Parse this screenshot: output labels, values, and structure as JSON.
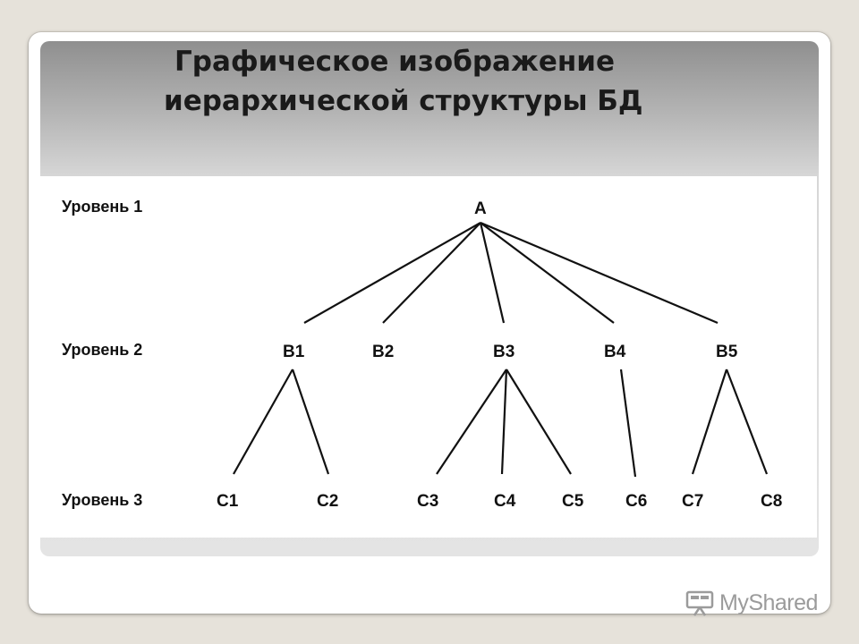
{
  "slide": {
    "title_line1": "Графическое изображение",
    "title_line2": "иерархической структуры БД"
  },
  "levels": [
    "Уровень 1",
    "Уровень 2",
    "Уровень 3"
  ],
  "nodes": {
    "A": "A",
    "B": [
      "B1",
      "B2",
      "B3",
      "B4",
      "B5"
    ],
    "C": [
      "C1",
      "C2",
      "C3",
      "C4",
      "C5",
      "C6",
      "C7",
      "C8"
    ]
  },
  "edges": [
    [
      "A",
      "B1"
    ],
    [
      "A",
      "B2"
    ],
    [
      "A",
      "B3"
    ],
    [
      "A",
      "B4"
    ],
    [
      "A",
      "B5"
    ],
    [
      "B1",
      "C1"
    ],
    [
      "B1",
      "C2"
    ],
    [
      "B3",
      "C3"
    ],
    [
      "B3",
      "C4"
    ],
    [
      "B3",
      "C5"
    ],
    [
      "B4",
      "C6"
    ],
    [
      "B5",
      "C7"
    ],
    [
      "B5",
      "C8"
    ]
  ],
  "watermark": {
    "text": "MyShared",
    "icon": "projector-screen-icon"
  },
  "colors": {
    "background": "#e6e2da",
    "header_gray": "#b4b4b4",
    "lines": "#111111",
    "watermark": "#9b9b9b"
  }
}
